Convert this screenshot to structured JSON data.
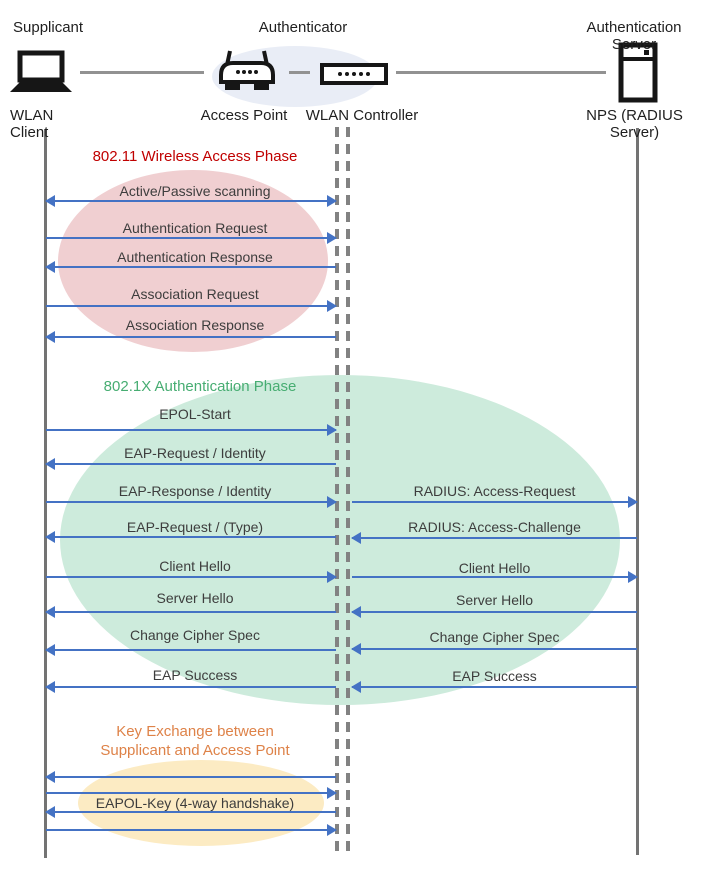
{
  "diagram": {
    "roles": {
      "supplicant": "Supplicant",
      "authenticator": "Authenticator",
      "auth_server": "Authentication Server"
    },
    "devices": {
      "wlan_client": "WLAN Client",
      "access_point": "Access Point",
      "wlan_controller": "WLAN Controller",
      "nps": "NPS (RADIUS Server)"
    },
    "icons": [
      "laptop-icon",
      "access-point-icon",
      "wlan-controller-icon",
      "server-icon"
    ],
    "colors": {
      "arrow": "#4472C4",
      "lifeline_gray": "#737373",
      "phase1_title": "#C00000",
      "phase1_fill": "#F0CFD1",
      "phase2_title": "#47AD72",
      "phase2_fill": "#CDEBDC",
      "phase3_title": "#DE8248",
      "phase3_fill": "#FCEBC3",
      "authenticator_fill": "#E9EDF6"
    },
    "phase1": {
      "title": "802.11 Wireless Access Phase",
      "messages": [
        {
          "label": "Active/Passive scanning",
          "direction": "both"
        },
        {
          "label": "Authentication Request",
          "direction": "right"
        },
        {
          "label": "Authentication Response",
          "direction": "left"
        },
        {
          "label": "Association Request",
          "direction": "right"
        },
        {
          "label": "Association Response",
          "direction": "left"
        }
      ]
    },
    "phase2": {
      "title": "802.1X Authentication Phase",
      "left_messages": [
        {
          "label": "EPOL-Start",
          "direction": "right"
        },
        {
          "label": "EAP-Request / Identity",
          "direction": "left"
        },
        {
          "label": "EAP-Response / Identity",
          "direction": "right"
        },
        {
          "label": "EAP-Request / (Type)",
          "direction": "left"
        },
        {
          "label": "Client Hello",
          "direction": "right"
        },
        {
          "label": "Server Hello",
          "direction": "left"
        },
        {
          "label": "Change Cipher Spec",
          "direction": "left"
        },
        {
          "label": "EAP Success",
          "direction": "left"
        }
      ],
      "right_messages": [
        {
          "label": "RADIUS: Access-Request",
          "direction": "right"
        },
        {
          "label": "RADIUS: Access-Challenge",
          "direction": "left"
        },
        {
          "label": "Client Hello",
          "direction": "right"
        },
        {
          "label": "Server Hello",
          "direction": "left"
        },
        {
          "label": "Change Cipher Spec",
          "direction": "left"
        },
        {
          "label": "EAP Success",
          "direction": "left"
        }
      ]
    },
    "phase3": {
      "title_line1": "Key Exchange between",
      "title_line2": "Supplicant and Access Point",
      "messages": [
        {
          "label": "",
          "direction": "left"
        },
        {
          "label": "",
          "direction": "right"
        },
        {
          "label": "EAPOL-Key (4-way handshake)",
          "direction": "left"
        },
        {
          "label": "",
          "direction": "right"
        }
      ]
    }
  }
}
